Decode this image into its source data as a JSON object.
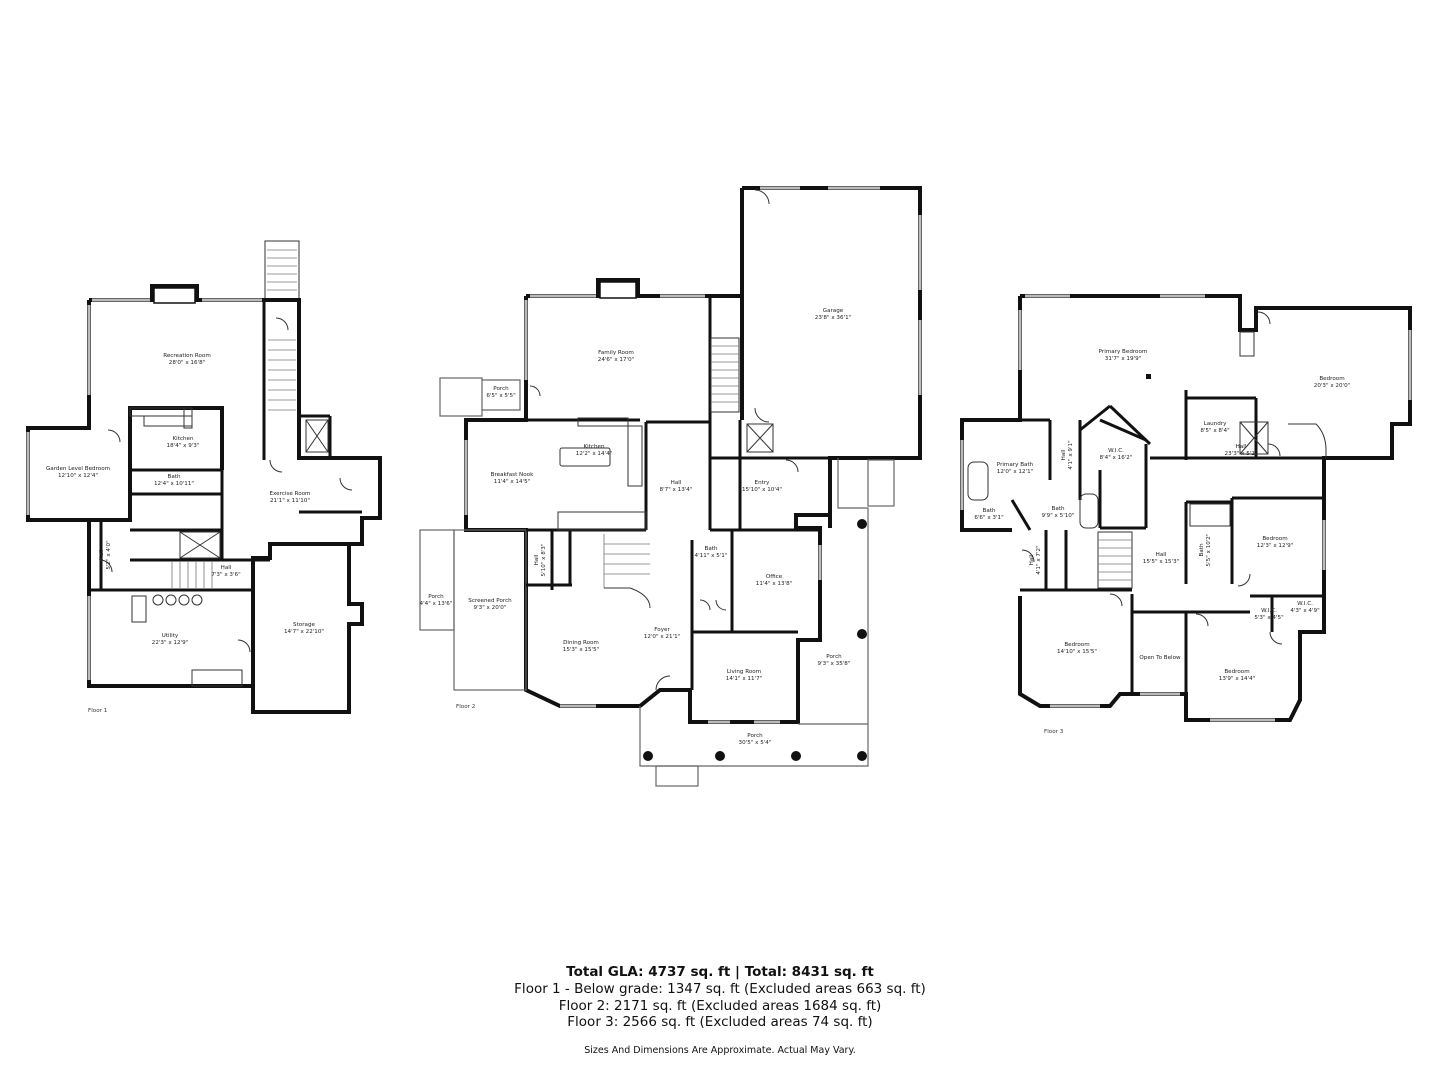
{
  "floors": [
    {
      "label": "Floor 1",
      "rooms": [
        {
          "name": "Recreation Room",
          "dims": "28'0\" x 16'8\""
        },
        {
          "name": "Kitchen",
          "dims": "18'4\" x 9'3\""
        },
        {
          "name": "Garden Level Bedroom",
          "dims": "12'10\" x 12'4\""
        },
        {
          "name": "Bath",
          "dims": "12'4\" x 10'11\""
        },
        {
          "name": "Exercise Room",
          "dims": "21'1\" x 11'10\""
        },
        {
          "name": "Hall",
          "dims": "5'2\" x 4'0\""
        },
        {
          "name": "Hall",
          "dims": "7'3\" x 3'6\""
        },
        {
          "name": "Utility",
          "dims": "22'3\" x 12'9\""
        },
        {
          "name": "Storage",
          "dims": "14'7\" x 22'10\""
        }
      ]
    },
    {
      "label": "Floor 2",
      "rooms": [
        {
          "name": "Garage",
          "dims": "23'8\" x 36'1\""
        },
        {
          "name": "Family Room",
          "dims": "24'6\" x 17'0\""
        },
        {
          "name": "Porch",
          "dims": "6'5\" x 5'5\""
        },
        {
          "name": "Kitchen",
          "dims": "12'2\" x 14'4\""
        },
        {
          "name": "Breakfast Nook",
          "dims": "11'4\" x 14'5\""
        },
        {
          "name": "Hall",
          "dims": "8'7\" x 13'4\""
        },
        {
          "name": "Entry",
          "dims": "15'10\" x 10'4\""
        },
        {
          "name": "Bath",
          "dims": "4'11\" x 5'1\""
        },
        {
          "name": "Office",
          "dims": "11'4\" x 13'8\""
        },
        {
          "name": "Hall",
          "dims": "5'10\" x 8'3\""
        },
        {
          "name": "Porch",
          "dims": "4'4\" x 13'6\""
        },
        {
          "name": "Screened Porch",
          "dims": "9'3\" x 20'0\""
        },
        {
          "name": "Dining Room",
          "dims": "15'3\" x 15'5\""
        },
        {
          "name": "Foyer",
          "dims": "12'0\" x 21'1\""
        },
        {
          "name": "Porch",
          "dims": "9'3\" x 35'8\""
        },
        {
          "name": "Living Room",
          "dims": "14'1\" x 11'7\""
        },
        {
          "name": "Porch",
          "dims": "30'5\" x 5'4\""
        }
      ]
    },
    {
      "label": "Floor 3",
      "rooms": [
        {
          "name": "Primary Bedroom",
          "dims": "31'7\" x 19'9\""
        },
        {
          "name": "Bedroom",
          "dims": "20'3\" x 20'0\""
        },
        {
          "name": "Laundry",
          "dims": "8'5\" x 8'4\""
        },
        {
          "name": "Hall",
          "dims": "23'3\" x 5'2\""
        },
        {
          "name": "Primary Bath",
          "dims": "12'0\" x 12'1\""
        },
        {
          "name": "Hall",
          "dims": "4'1\" x 9'1\""
        },
        {
          "name": "W.I.C.",
          "dims": "8'4\" x 16'2\""
        },
        {
          "name": "Bath",
          "dims": "6'6\" x 3'1\""
        },
        {
          "name": "Bath",
          "dims": "9'9\" x 5'10\""
        },
        {
          "name": "Bedroom",
          "dims": "12'3\" x 12'9\""
        },
        {
          "name": "Bath",
          "dims": "5'5\" x 10'2\""
        },
        {
          "name": "Hall",
          "dims": "15'5\" x 15'3\""
        },
        {
          "name": "Hall",
          "dims": "4'1\" x 7'2\""
        },
        {
          "name": "W.I.C.",
          "dims": "5'3\" x 4'5\""
        },
        {
          "name": "W.I.C.",
          "dims": "4'3\" x 4'9\""
        },
        {
          "name": "Bedroom",
          "dims": "14'10\" x 15'5\""
        },
        {
          "name": "Open To Below",
          "dims": ""
        },
        {
          "name": "Bedroom",
          "dims": "13'9\" x 14'4\""
        }
      ]
    }
  ],
  "summary": {
    "total": "Total GLA: 4737 sq. ft | Total: 8431 sq. ft",
    "floor1": "Floor 1 - Below grade: 1347 sq. ft (Excluded areas 663 sq. ft)",
    "floor2": "Floor 2: 2171 sq. ft (Excluded areas 1684 sq. ft)",
    "floor3": "Floor 3: 2566 sq. ft (Excluded areas 74 sq. ft)",
    "disclaimer": "Sizes And Dimensions Are Approximate. Actual May Vary."
  }
}
